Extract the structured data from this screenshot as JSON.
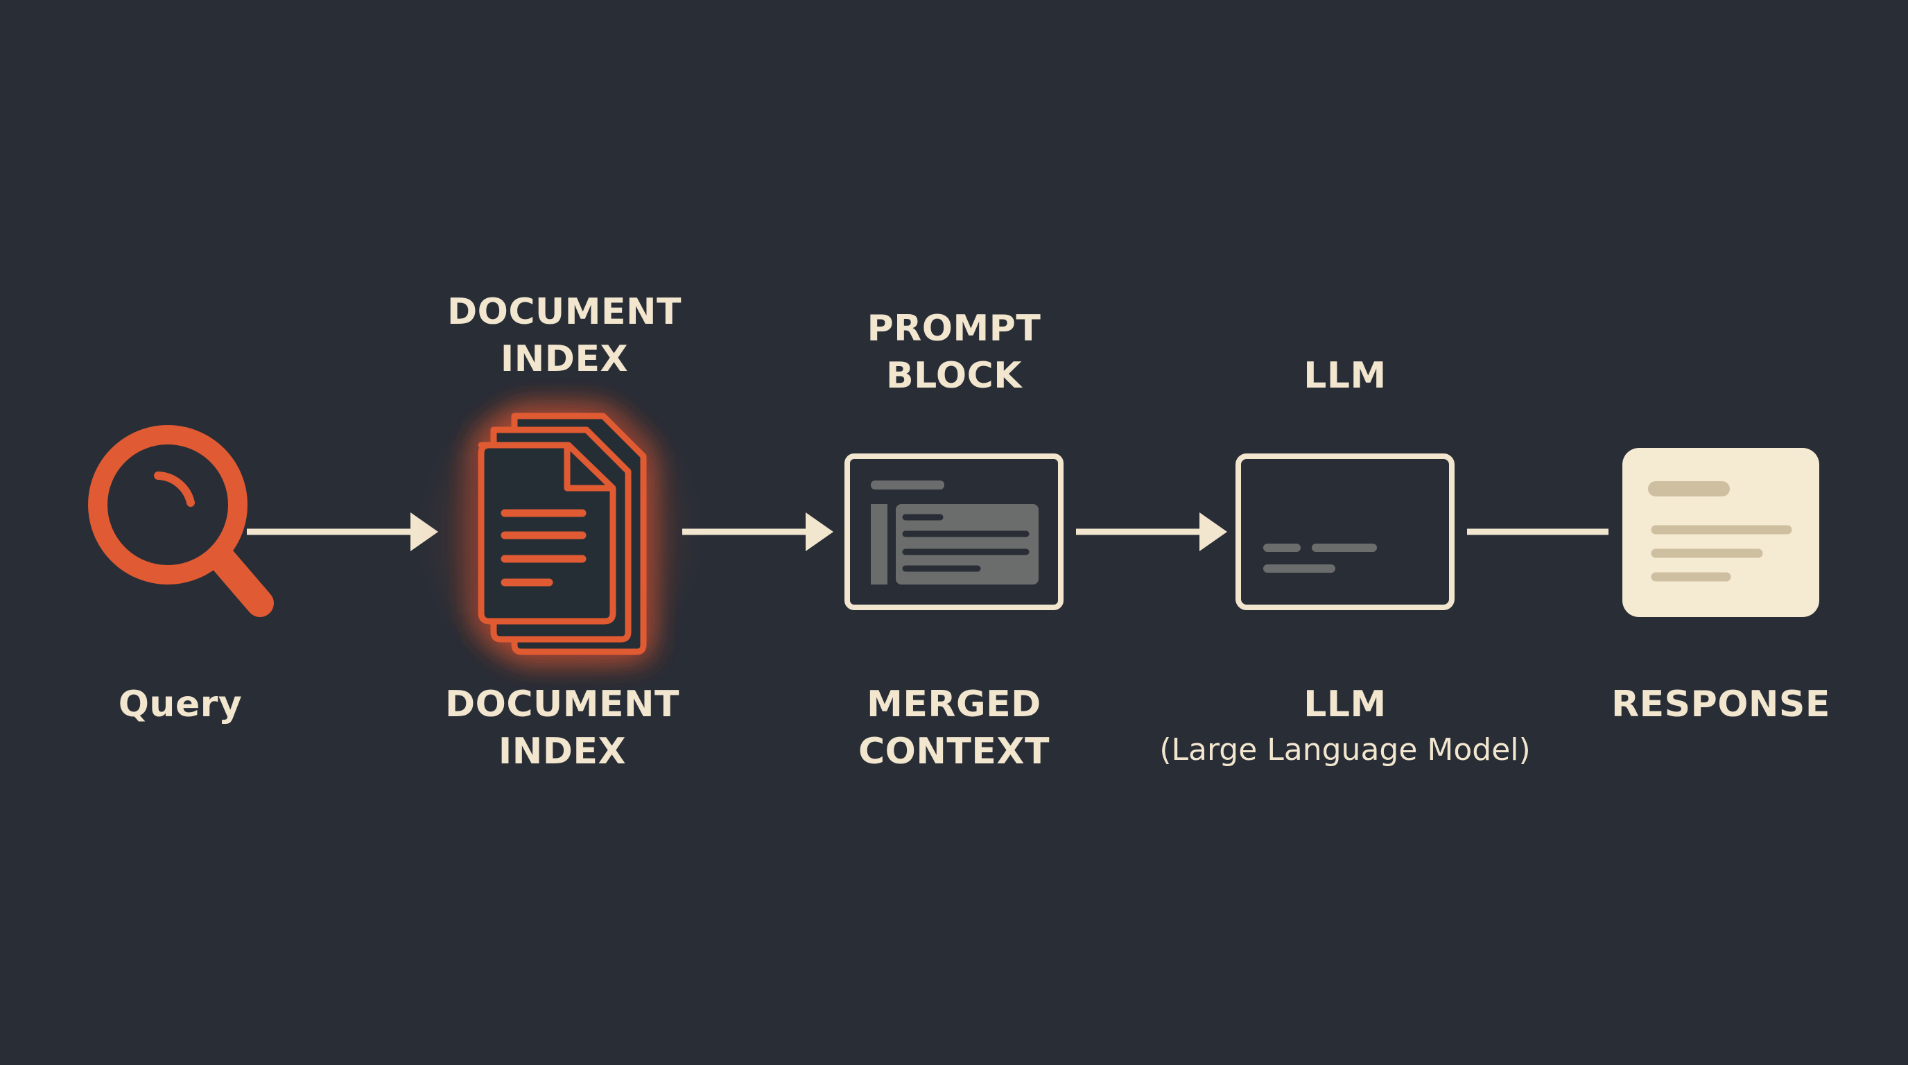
{
  "colors": {
    "background": "#282d36",
    "accent": "#e05a33",
    "cream": "#f2e6cf",
    "grey": "#6b6d6c",
    "response_fill": "#f5ead2",
    "response_lines": "#cdbf9f"
  },
  "nodes": {
    "query": {
      "icon": "magnifier-icon",
      "label": "Query"
    },
    "document_index": {
      "icon": "document-stack-icon",
      "top_label": [
        "DOCUMENT",
        "INDEX"
      ],
      "bottom_label": [
        "DOCUMENT",
        "INDEX"
      ]
    },
    "prompt_block": {
      "icon": "prompt-block-icon",
      "top_label": [
        "PROMPT",
        "BLOCK"
      ],
      "bottom_label": [
        "MERGED",
        "CONTEXT"
      ]
    },
    "llm": {
      "icon": "llm-window-icon",
      "top_label": "LLM",
      "bottom_label": "LLM",
      "bottom_sublabel": "(Large Language Model)"
    },
    "response": {
      "icon": "response-card-icon",
      "bottom_label": "RESPONSE"
    }
  }
}
